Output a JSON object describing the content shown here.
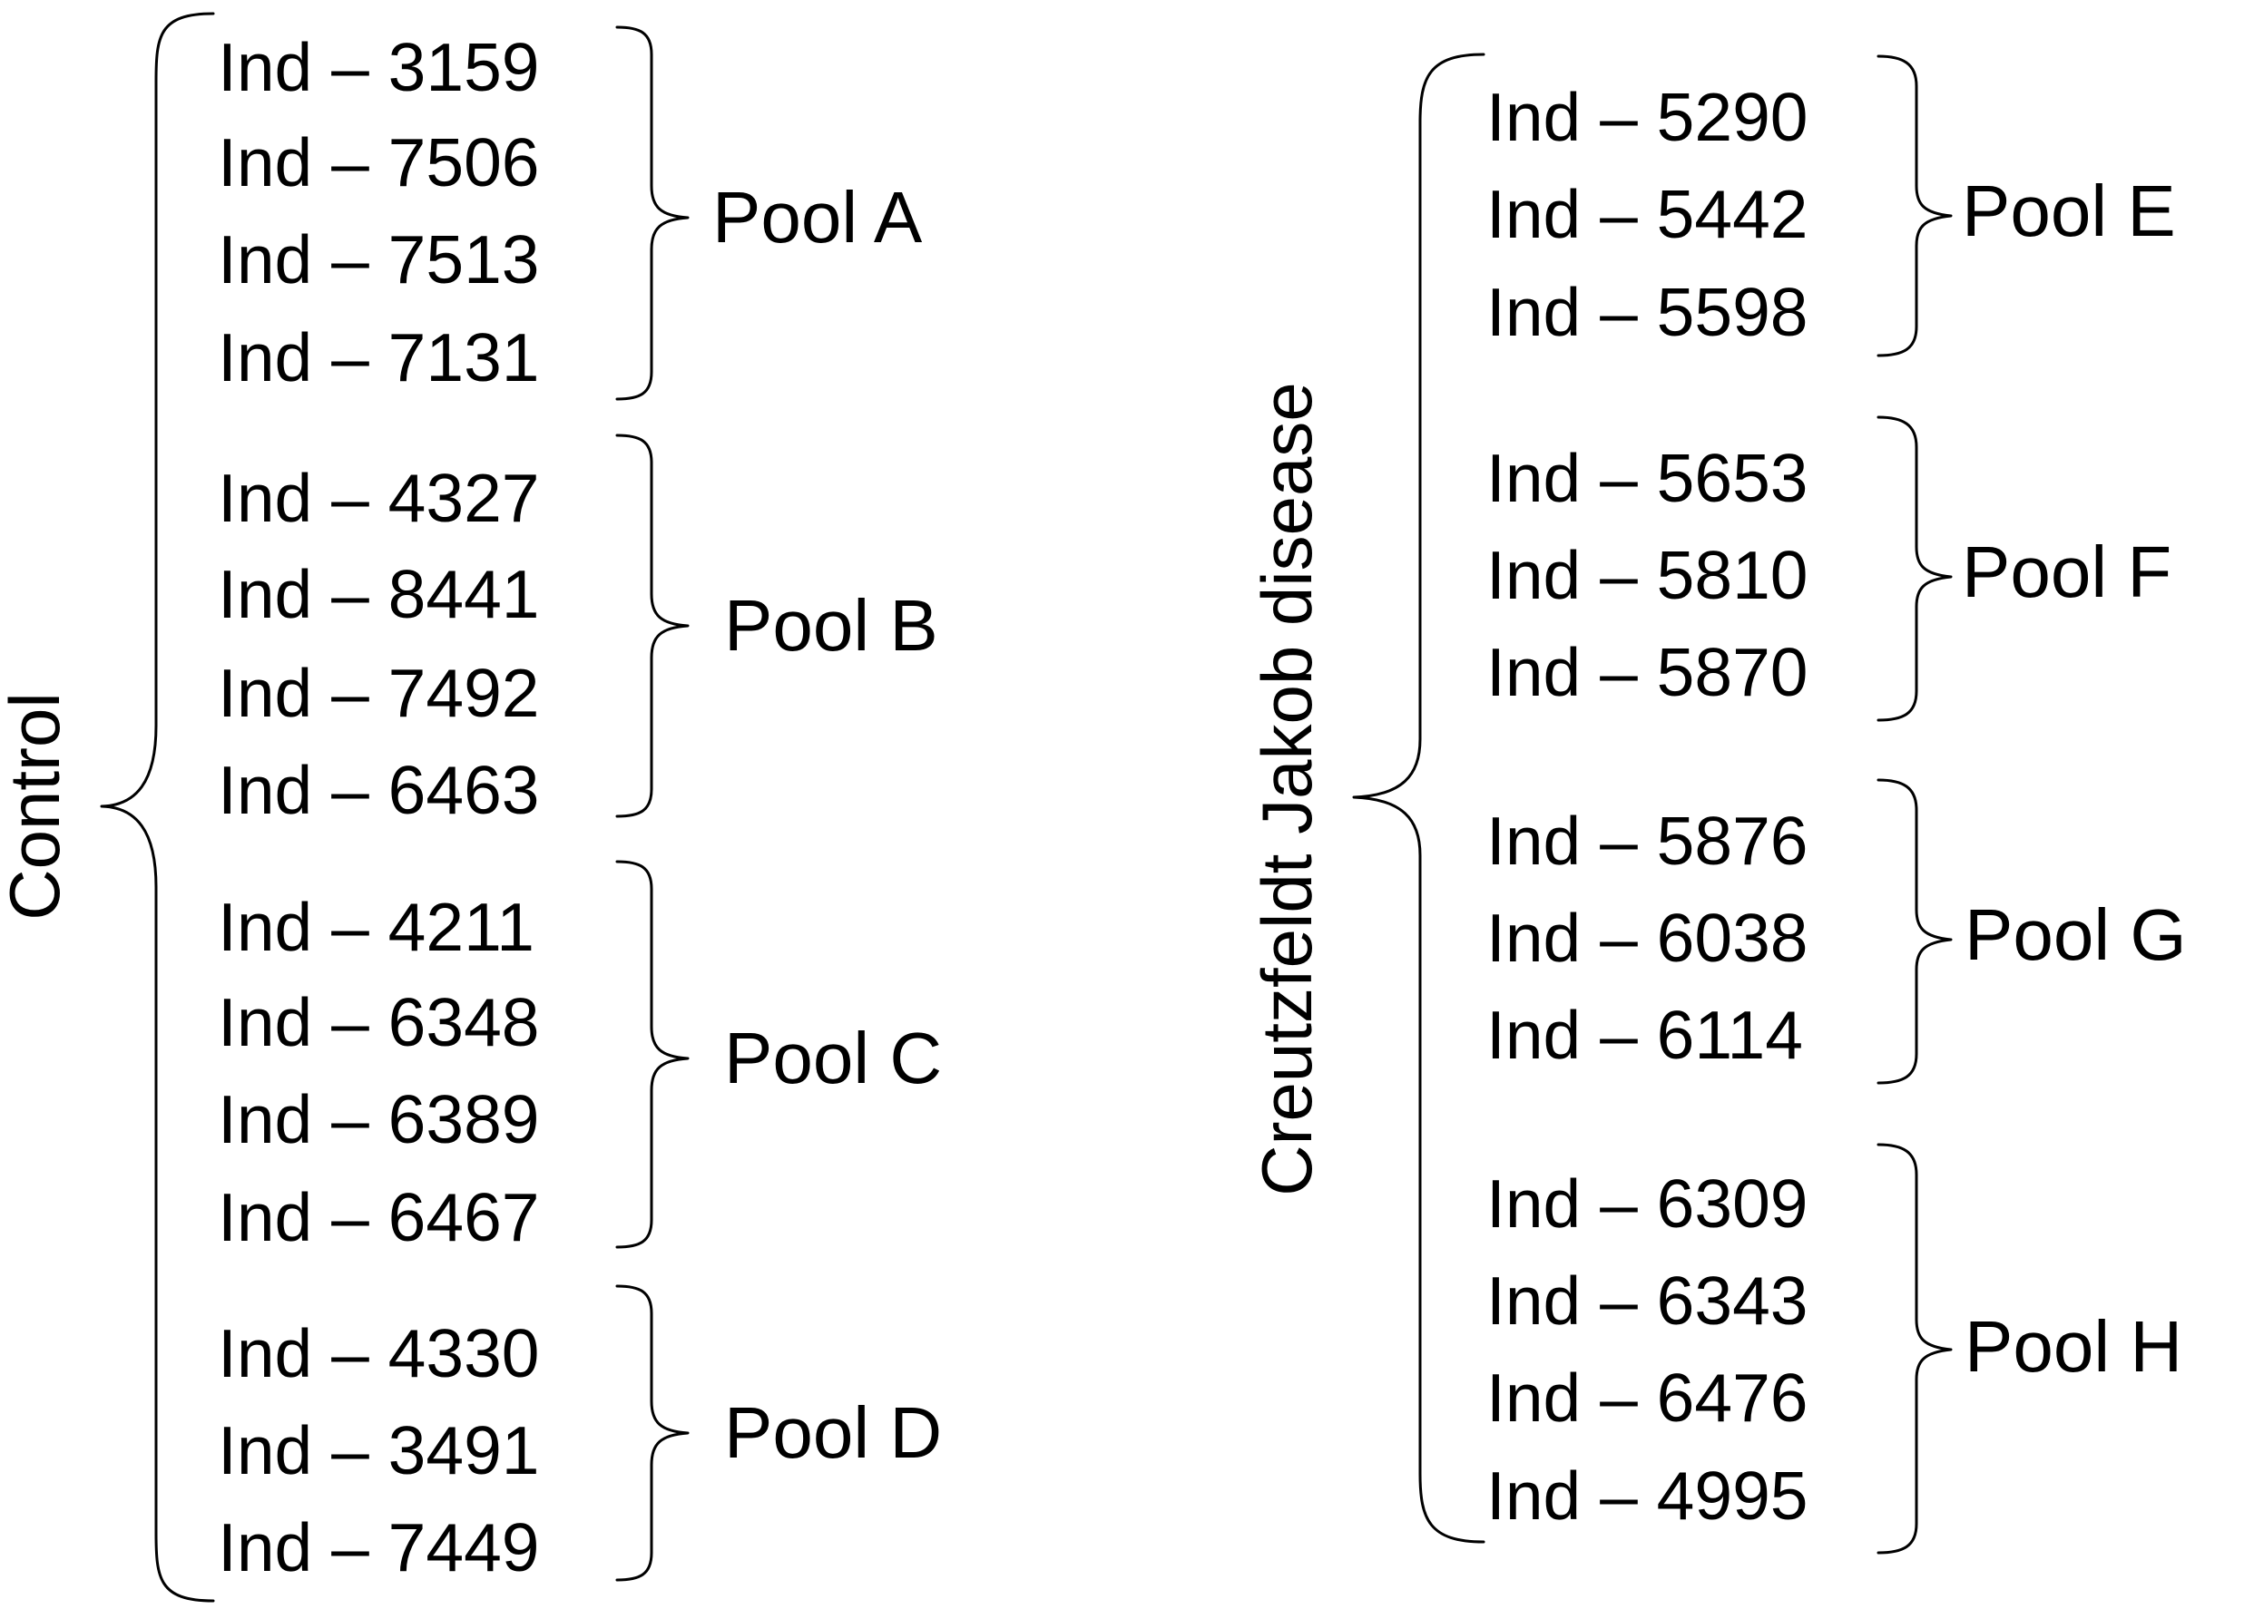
{
  "groups": [
    {
      "label": "Control",
      "pools": [
        {
          "label": "Pool A",
          "individuals": [
            "Ind – 3159",
            "Ind – 7506",
            "Ind – 7513",
            "Ind – 7131"
          ]
        },
        {
          "label": "Pool B",
          "individuals": [
            "Ind – 4327",
            "Ind – 8441",
            "Ind – 7492",
            "Ind – 6463"
          ]
        },
        {
          "label": "Pool C",
          "individuals": [
            "Ind – 4211",
            "Ind – 6348",
            "Ind – 6389",
            "Ind – 6467"
          ]
        },
        {
          "label": "Pool D",
          "individuals": [
            "Ind – 4330",
            "Ind – 3491",
            "Ind – 7449"
          ]
        }
      ]
    },
    {
      "label": "Creutzfeldt Jakob disease",
      "pools": [
        {
          "label": "Pool E",
          "individuals": [
            "Ind – 5290",
            "Ind – 5442",
            "Ind – 5598"
          ]
        },
        {
          "label": "Pool F",
          "individuals": [
            "Ind – 5653",
            "Ind – 5810",
            "Ind – 5870"
          ]
        },
        {
          "label": "Pool G",
          "individuals": [
            "Ind – 5876",
            "Ind – 6038",
            "Ind – 6114"
          ]
        },
        {
          "label": "Pool H",
          "individuals": [
            "Ind – 6309",
            "Ind – 6343",
            "Ind – 6476",
            "Ind – 4995"
          ]
        }
      ]
    }
  ]
}
